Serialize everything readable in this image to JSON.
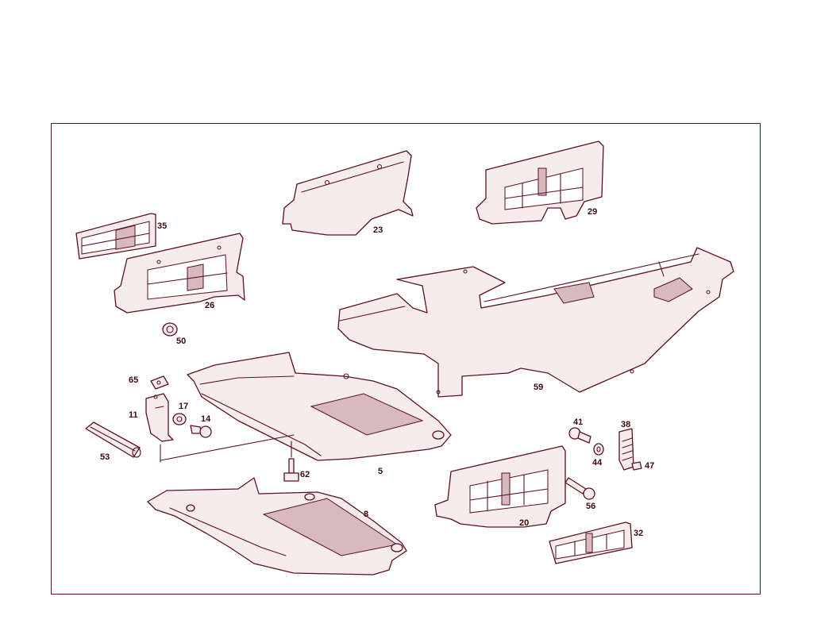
{
  "diagram": {
    "accent_color": "#5a1020",
    "callouts": [
      "35",
      "23",
      "29",
      "26",
      "50",
      "59",
      "65",
      "11",
      "17",
      "14",
      "53",
      "5",
      "62",
      "8",
      "41",
      "38",
      "44",
      "47",
      "56",
      "20",
      "32"
    ]
  }
}
